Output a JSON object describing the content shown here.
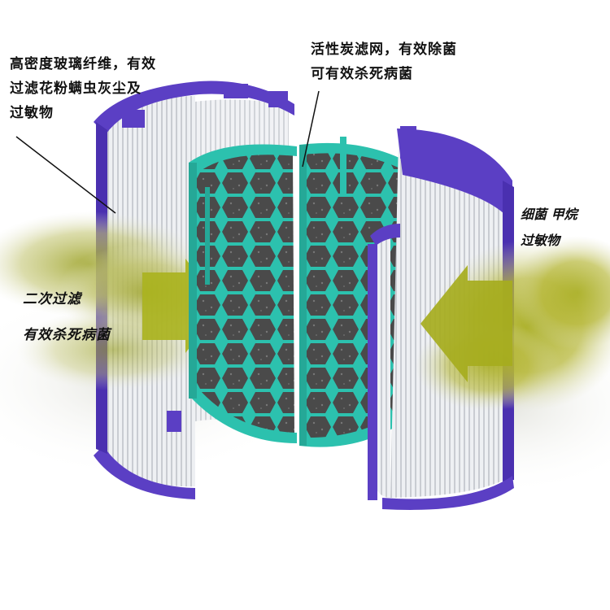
{
  "labels": {
    "hepa_line1": "高密度玻璃纤维，有效",
    "hepa_line2": "过滤花粉螨虫灰尘及",
    "hepa_line3": "过敏物",
    "carbon_line1": "活性炭滤网，有效除菌",
    "carbon_line2": "可有效杀死病菌",
    "input_line1": "细菌 甲烷",
    "input_line2": "过敏物",
    "output_line1": "二次过滤",
    "output_line2": "有效杀死病菌"
  },
  "colors": {
    "filter_frame": "#5b3fc4",
    "carbon_frame": "#2cc1ae",
    "carbon_media": "#4a4a4a",
    "hepa_pleats": "#e4e6ea",
    "smoke": "#b6b42a"
  }
}
